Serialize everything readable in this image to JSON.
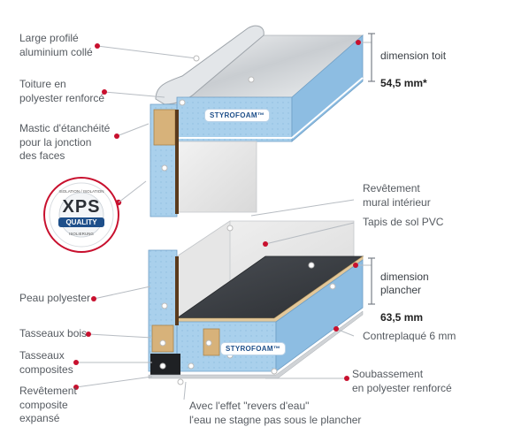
{
  "labels_left": {
    "large_profile": "Large profilé\naluminium collé",
    "roof": "Toiture en\npolyester renforcé",
    "mastic": "Mastic d'étanchéité\npour la jonction\ndes faces",
    "polyester_skin": "Peau polyester",
    "wood_battens": "Tasseaux bois",
    "composite_battens": "Tasseaux\ncomposites",
    "composite_coating": "Revêtement\ncomposite\nexpansé"
  },
  "labels_right": {
    "roof_dimension_label": "dimension toit",
    "roof_dimension_value": "54,5 mm*",
    "interior_wall": "Revêtement\nmural intérieur",
    "pvc_floor": "Tapis de sol PVC",
    "floor_dimension_label": "dimension\nplancher",
    "floor_dimension_value": "63,5 mm",
    "plywood": "Contreplaqué 6 mm",
    "underbody": "Soubassement\nen polyester renforcé"
  },
  "bottom_note": "Avec l'effet \"revers d'eau\"\nl'eau ne stagne pas sous le plancher",
  "brand": {
    "top": "STYROFOAM™",
    "bottom": "STYROFOAM™"
  },
  "badge": {
    "top_arc": "ISOLATION / ISOLATION",
    "main": "XPS",
    "sub": "QUALITY",
    "bottom_arc": "ISOLIERUNG"
  },
  "colors": {
    "foam_blue": "#a9d0ec",
    "foam_dark": "#7fb0d6",
    "marker_red": "#c8102e",
    "leader": "#b7bcc2",
    "floor_dark": "#3b3f44",
    "plywood": "#e2c79a",
    "aluminium": "#d9dcdf"
  }
}
